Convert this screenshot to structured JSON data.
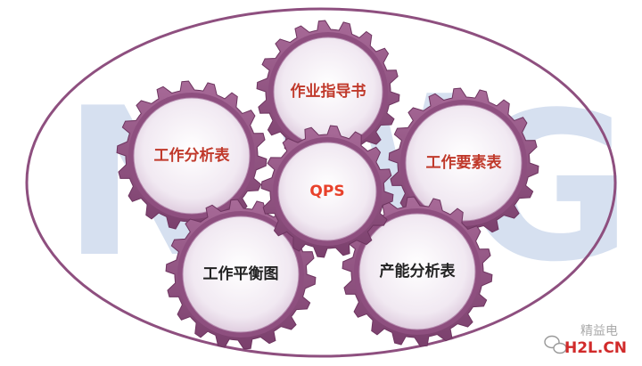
{
  "watermark": {
    "text": "NWG",
    "color": "#d6e0f0"
  },
  "gears": [
    {
      "id": "instructions",
      "label": "作业指导书",
      "label_color": "#c0392b"
    },
    {
      "id": "work-analysis",
      "label": "工作分析表",
      "label_color": "#c0392b"
    },
    {
      "id": "center",
      "label": "QPS",
      "label_color": "#e8412b"
    },
    {
      "id": "work-elements",
      "label": "工作要素表",
      "label_color": "#c0392b"
    },
    {
      "id": "work-balance",
      "label": "工作平衡图",
      "label_color": "#222222"
    },
    {
      "id": "capacity-analysis",
      "label": "产能分析表",
      "label_color": "#222222"
    }
  ],
  "colors": {
    "gear_ring": "#8e4f7f",
    "gear_inner": "#f4eef5",
    "ellipse_stroke": "#8e4f7f"
  },
  "footer": {
    "wechat_name": "精益电",
    "site_logo": "H2L.CN"
  }
}
